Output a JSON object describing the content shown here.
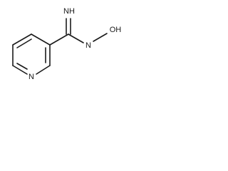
{
  "molecule": {
    "atoms": {
      "imine_nh": "NH",
      "amine_n": "N",
      "hydroxyl_oh": "OH",
      "ring_n": "N"
    },
    "colors": {
      "bond": "#1a1a1a",
      "background": "#ffffff"
    }
  }
}
